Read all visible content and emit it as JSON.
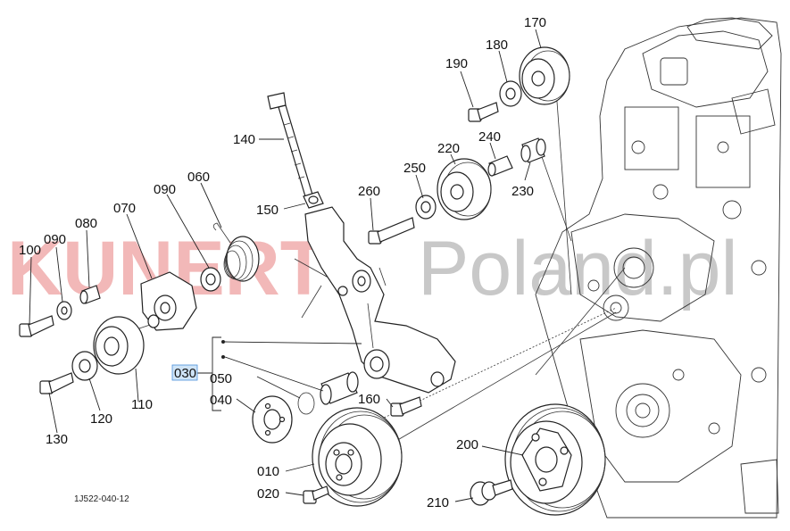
{
  "diagram": {
    "caption": "1J522-040-12",
    "watermark": {
      "brand": "KUNERT",
      "suffix": "Poland.pl",
      "brand_color": "#f2b8b8",
      "suffix_color": "#c8c8c8"
    },
    "highlight_color": "#cfe4f7",
    "callouts": {
      "p010": "010",
      "p020": "020",
      "p030": "030",
      "p040": "040",
      "p050": "050",
      "p060": "060",
      "p070": "070",
      "p080": "080",
      "p090a": "090",
      "p090b": "090",
      "p100": "100",
      "p110": "110",
      "p120": "120",
      "p130": "130",
      "p140": "140",
      "p150": "150",
      "p160": "160",
      "p170": "170",
      "p180": "180",
      "p190": "190",
      "p200": "200",
      "p210": "210",
      "p220": "220",
      "p230": "230",
      "p240": "240",
      "p250": "250",
      "p260": "260"
    }
  }
}
